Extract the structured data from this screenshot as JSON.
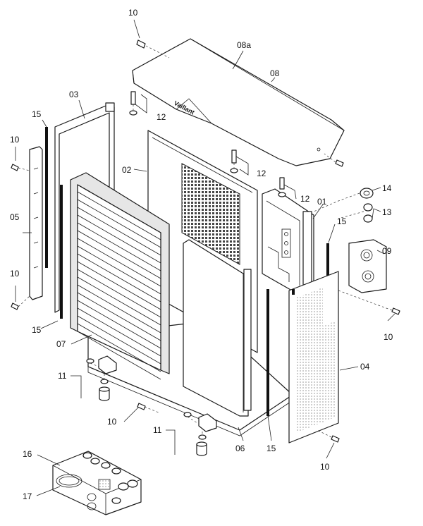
{
  "brand_text": "Vaillant",
  "callouts": {
    "c08a": "08a",
    "c08": "08",
    "c10": "10",
    "c03": "03",
    "c15": "15",
    "c12": "12",
    "c02": "02",
    "c05": "05",
    "c01": "01",
    "c14": "14",
    "c13": "13",
    "c09": "09",
    "c07": "07",
    "c04": "04",
    "c11": "11",
    "c06": "06",
    "c16": "16",
    "c17": "17"
  }
}
